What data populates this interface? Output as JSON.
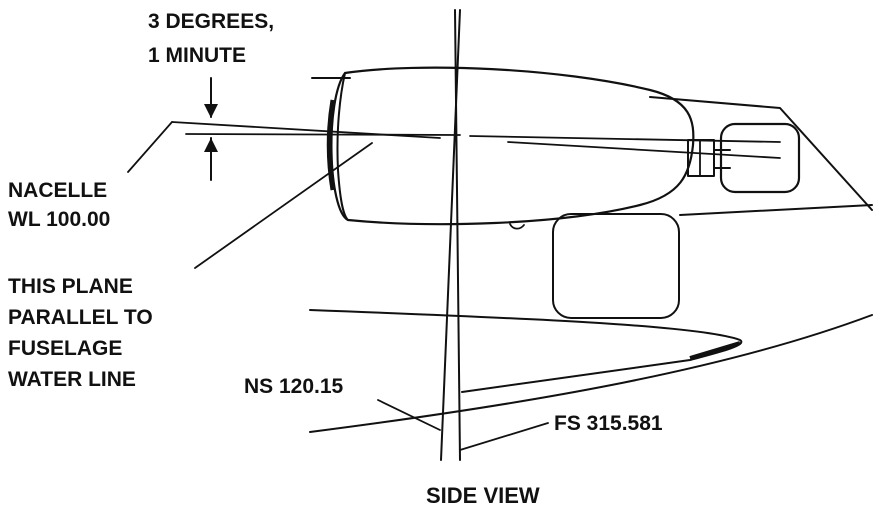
{
  "labels": {
    "angle_line1": "3 DEGREES,",
    "angle_line2": "1 MINUTE",
    "nacelle_line1": "NACELLE",
    "nacelle_line2": "WL 100.00",
    "plane_line1": "THIS PLANE",
    "plane_line2": "PARALLEL TO",
    "plane_line3": "FUSELAGE",
    "plane_line4": "WATER LINE",
    "ns_station": "NS 120.15",
    "fs_station": "FS 315.581",
    "view_title": "SIDE VIEW"
  },
  "colors": {
    "ink": "#111111",
    "background": "#ffffff"
  }
}
